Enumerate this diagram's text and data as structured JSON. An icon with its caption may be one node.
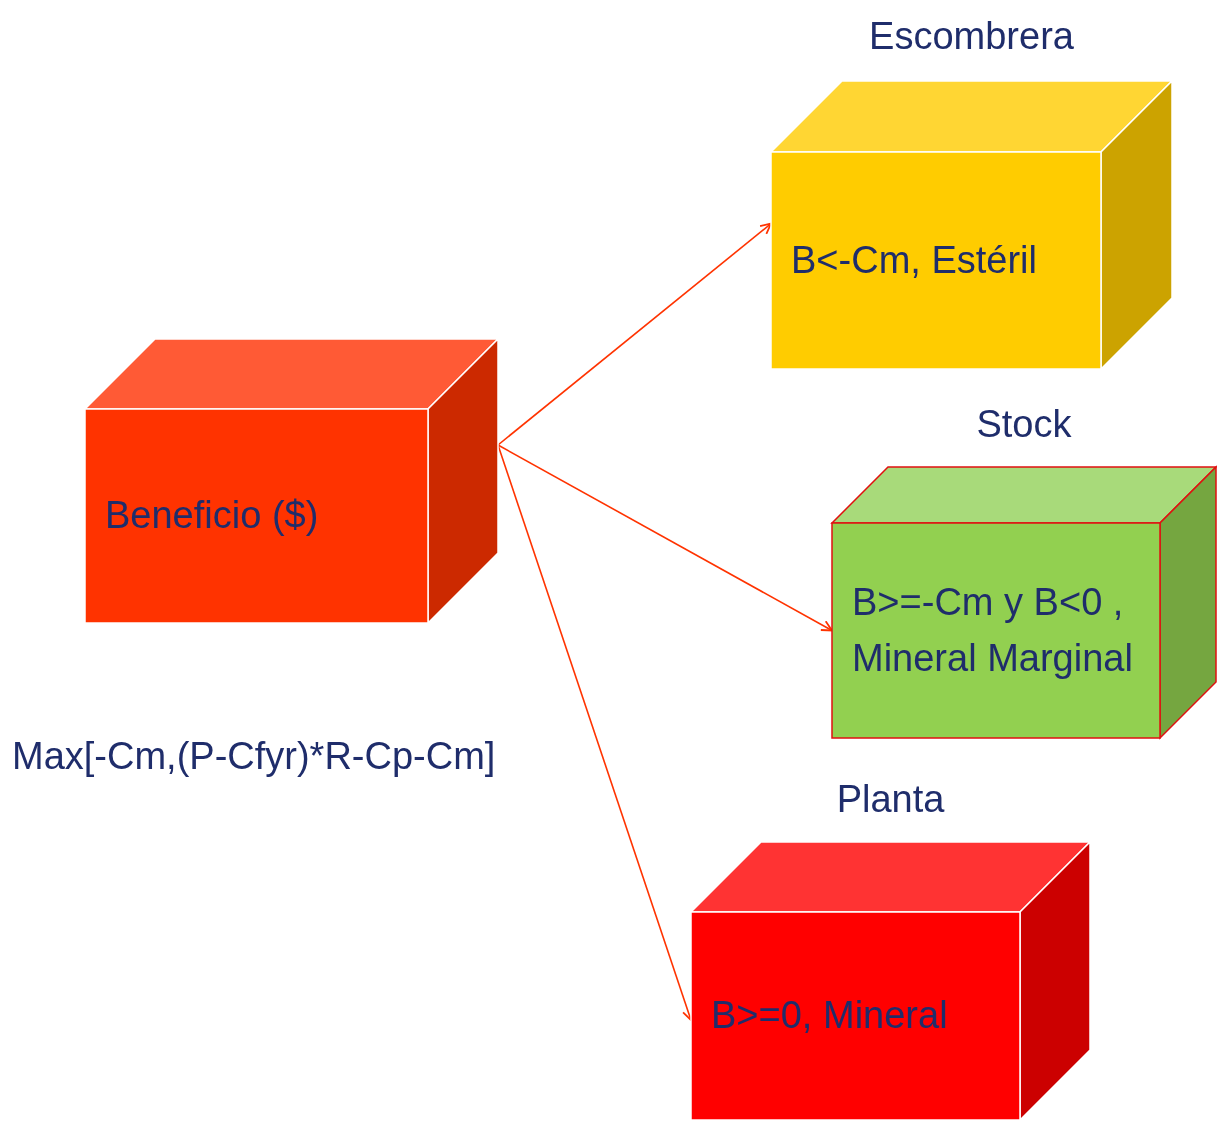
{
  "diagram": {
    "nodes": [
      {
        "text": [
          "Beneficio ($)"
        ]
      },
      {
        "text": [
          "Escombrera",
          "B<-Cm, Estéril"
        ]
      },
      {
        "text": [
          "Stock",
          "B>=-Cm y B<0 , Mineral Marginal"
        ]
      },
      {
        "text": [
          "Planta",
          "B>=0, Mineral"
        ]
      }
    ],
    "edges": [
      {
        "from": 0,
        "to": 1,
        "arrow": "to"
      },
      {
        "from": 0,
        "to": 2,
        "arrow": "to"
      },
      {
        "from": 0,
        "to": 3,
        "arrow": "to"
      }
    ],
    "labels": [
      "Max[-Cm,(P-Cfyr)*R-Cp-Cm]"
    ]
  }
}
